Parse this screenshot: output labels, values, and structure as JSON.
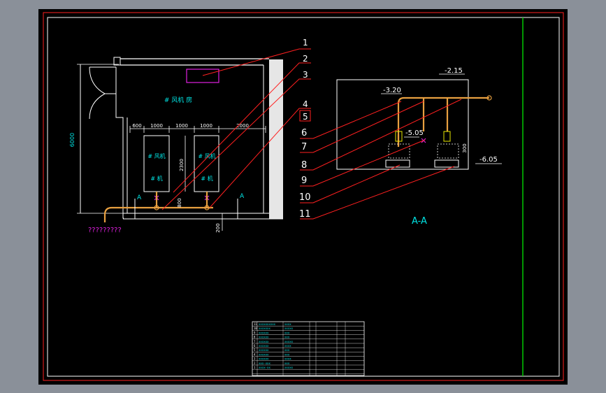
{
  "colors": {
    "background_outer": "#8a9099",
    "sheet": "#000000",
    "frame_red": "#ff2020",
    "border_white": "#ffffff",
    "green": "#00c800",
    "cyan": "#00e5e5",
    "yellow": "#e6e600",
    "orange": "#e8a040",
    "magenta": "#e020e0",
    "wall_fill": "#e6e6e6"
  },
  "callouts": [
    "1",
    "2",
    "3",
    "4",
    "5",
    "6",
    "7",
    "8",
    "9",
    "10",
    "11"
  ],
  "plan": {
    "room_label": "# 风机 房",
    "unit_left_line1": "# 风机",
    "unit_left_line2": "# 机",
    "unit_right_line1": "# 风机",
    "unit_right_line2": "# 机",
    "dims_top": [
      "600",
      "1000",
      "1000",
      "1000",
      "2000"
    ],
    "dim_left": "6000",
    "dim_unit_height": "2300",
    "dim_bottom": "800",
    "dim_bottom_small": "200",
    "section_mark_left": "A",
    "section_mark_right": "A",
    "pipe_note": "?????????"
  },
  "section": {
    "title": "A-A",
    "elev_top": "-2.15",
    "elev_pipe": "-3.20",
    "elev_valve": "-5.05",
    "elev_floor": "-6.05",
    "dim_height": "300"
  },
  "table": {
    "rows": [
      [
        "11",
        "xxxxxxxxxx",
        "xxxx",
        "",
        ""
      ],
      [
        "10",
        "xxxxxxx",
        "xxxxx",
        "",
        ""
      ],
      [
        "9",
        "xxxxxx",
        "xxx",
        "",
        ""
      ],
      [
        "8",
        "xxxxxx",
        "xxx",
        "",
        ""
      ],
      [
        "7",
        "xxxxxx",
        "xxxxx",
        "",
        ""
      ],
      [
        "6",
        "xxxxxx",
        "xxxx",
        "",
        ""
      ],
      [
        "5",
        "xxxxxx",
        "xxx",
        "",
        ""
      ],
      [
        "4",
        "xxxxxx",
        "xxx",
        "",
        ""
      ],
      [
        "3",
        "xxxxxx",
        "xxxx",
        "",
        ""
      ],
      [
        "2",
        "xxx-xxx",
        "xxx",
        "",
        ""
      ],
      [
        "1",
        "xxxx-xx",
        "xxxxx",
        "",
        ""
      ]
    ]
  }
}
